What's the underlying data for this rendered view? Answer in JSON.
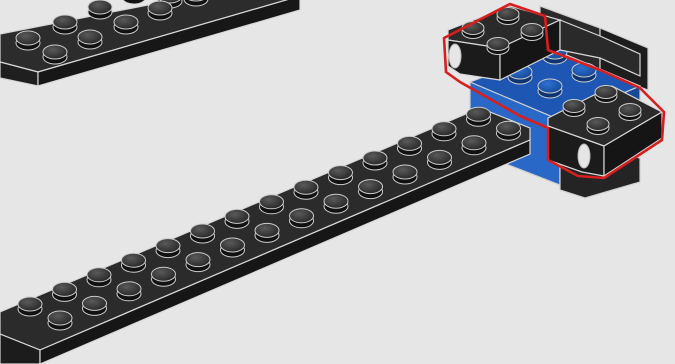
{
  "scene": {
    "background": "#e6e6e6",
    "brick_dark": "#2b2b2b",
    "brick_edge": "#bdbdbd",
    "brick_blue": "#1f5fbf",
    "highlight": "#d91e1e",
    "parts": [
      {
        "name": "upper-plate",
        "color": "dark-gray",
        "kind": "plate"
      },
      {
        "name": "long-plate",
        "color": "dark-gray",
        "kind": "plate"
      },
      {
        "name": "blue-brick",
        "color": "blue",
        "kind": "brick"
      },
      {
        "name": "top-technic-plate",
        "color": "dark-gray",
        "kind": "technic-plate"
      },
      {
        "name": "side-technic-plate",
        "color": "dark-gray",
        "kind": "technic-plate"
      }
    ]
  }
}
